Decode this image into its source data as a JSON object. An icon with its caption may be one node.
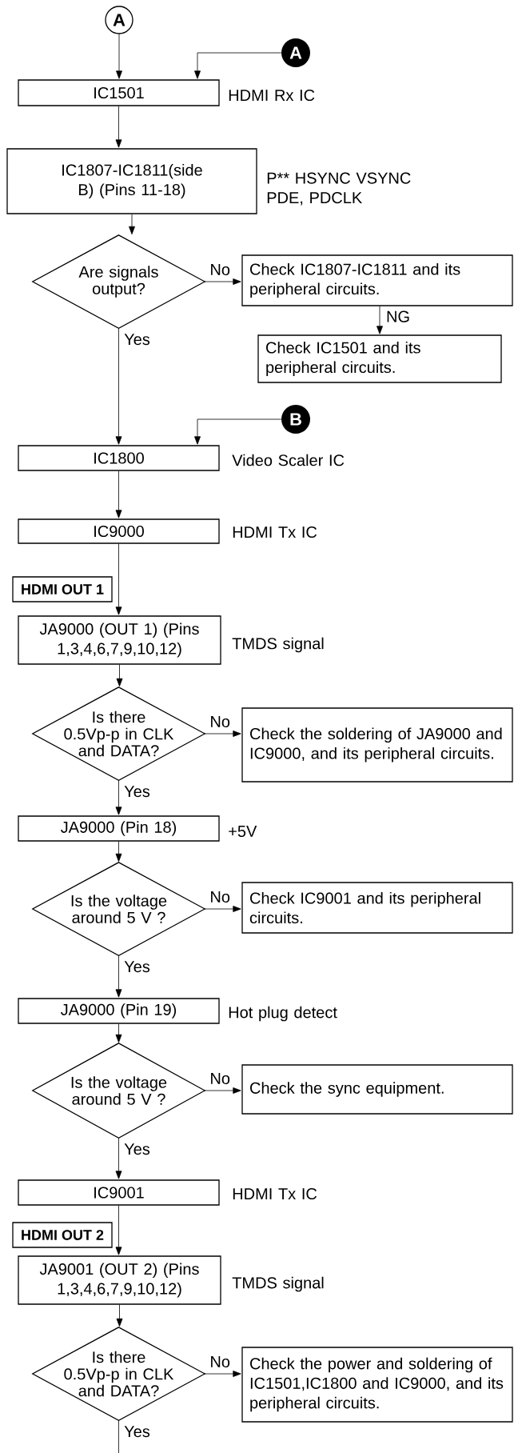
{
  "diagram": {
    "nodes": [
      {
        "text": [
          "A"
        ]
      },
      {
        "text": [
          "A"
        ]
      },
      {
        "text": [
          "IC1501"
        ],
        "beside": [
          "HDMI Rx IC"
        ]
      },
      {
        "text": [
          "IC1807-IC1811(side B) (Pins 11-18)"
        ],
        "beside": [
          "P** HSYNC VSYNC PDE, PDCLK"
        ]
      },
      {
        "text": [
          "Are signals output?"
        ]
      },
      {
        "text": [
          "Check IC1807-IC1811 and its peripheral circuits."
        ]
      },
      {
        "text": [
          "Check IC1501 and its peripheral circuits."
        ]
      },
      {
        "text": [
          "B"
        ]
      },
      {
        "text": [
          "IC1800"
        ],
        "beside": [
          "Video Scaler IC"
        ]
      },
      {
        "text": [
          "IC9000"
        ],
        "beside": [
          "HDMI Tx IC"
        ]
      },
      {
        "text": [
          "HDMI OUT 1"
        ]
      },
      {
        "text": [
          "JA9000 (OUT 1) (Pins 1,3,4,6,7,9,10,12)"
        ],
        "beside": [
          "TMDS signal"
        ]
      },
      {
        "text": [
          "Is there 0.5Vp-p in CLK and DATA?"
        ]
      },
      {
        "text": [
          "Check the soldering of JA9000 and IC9000, and its peripheral circuits."
        ]
      },
      {
        "text": [
          "JA9000 (Pin 18)"
        ],
        "beside": [
          "+5V"
        ]
      },
      {
        "text": [
          "Is the voltage around 5 V ?"
        ]
      },
      {
        "text": [
          "Check IC9001 and its peripheral circuits."
        ]
      },
      {
        "text": [
          "JA9000 (Pin 19)"
        ],
        "beside": [
          "Hot plug detect"
        ]
      },
      {
        "text": [
          "Is the voltage around 5 V ?"
        ]
      },
      {
        "text": [
          "Check the sync equipment."
        ]
      },
      {
        "text": [
          "IC9001"
        ],
        "beside": [
          "HDMI Tx IC"
        ]
      },
      {
        "text": [
          "HDMI OUT 2"
        ]
      },
      {
        "text": [
          "JA9001 (OUT 2) (Pins 1,3,4,6,7,9,10,12)"
        ],
        "beside": [
          "TMDS signal"
        ]
      },
      {
        "text": [
          "Is there 0.5Vp-p in CLK and DATA?"
        ]
      },
      {
        "text": [
          "Check the power and soldering of IC1501,IC1800 and IC9000, and its peripheral circuits."
        ]
      }
    ],
    "edges": [
      {
        "from": 0,
        "to": 2,
        "arrow": "to"
      },
      {
        "from": 1,
        "to": 2,
        "arrow": "to"
      },
      {
        "from": 2,
        "to": 3,
        "arrow": "to"
      },
      {
        "from": 3,
        "to": 4,
        "arrow": "to"
      },
      {
        "from": 4,
        "to": 5,
        "arrow": "to",
        "label": "No"
      },
      {
        "from": 5,
        "to": 6,
        "arrow": "to",
        "label": "NG"
      },
      {
        "from": 4,
        "to": 8,
        "arrow": "to",
        "label": "Yes"
      },
      {
        "from": 7,
        "to": 8,
        "arrow": "to"
      },
      {
        "from": 8,
        "to": 9,
        "arrow": "to"
      },
      {
        "from": 9,
        "to": 11,
        "arrow": "to"
      },
      {
        "from": 11,
        "to": 12,
        "arrow": "to"
      },
      {
        "from": 12,
        "to": 13,
        "arrow": "to",
        "label": "No"
      },
      {
        "from": 12,
        "to": 14,
        "arrow": "to",
        "label": "Yes"
      },
      {
        "from": 14,
        "to": 15,
        "arrow": "to"
      },
      {
        "from": 15,
        "to": 16,
        "arrow": "to",
        "label": "No"
      },
      {
        "from": 15,
        "to": 17,
        "arrow": "to",
        "label": "Yes"
      },
      {
        "from": 17,
        "to": 18,
        "arrow": "to"
      },
      {
        "from": 18,
        "to": 19,
        "arrow": "to",
        "label": "No"
      },
      {
        "from": 18,
        "to": 20,
        "arrow": "to",
        "label": "Yes"
      },
      {
        "from": 20,
        "to": 22,
        "arrow": "to"
      },
      {
        "from": 22,
        "to": 23,
        "arrow": "to"
      },
      {
        "from": 23,
        "to": 24,
        "arrow": "to",
        "label": "No"
      },
      {
        "from": 23,
        "to": null,
        "arrow": "none",
        "label": "Yes"
      }
    ]
  }
}
